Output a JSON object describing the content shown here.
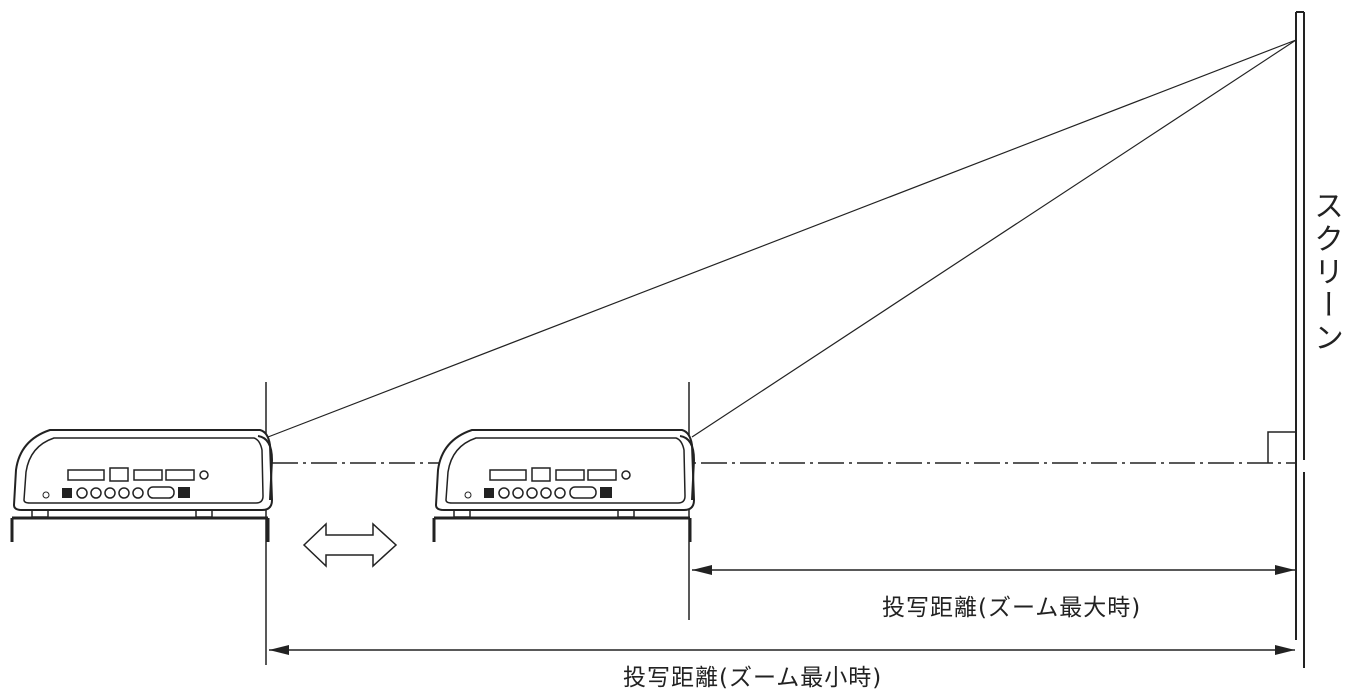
{
  "labels": {
    "screen": "スクリーン",
    "distance_zoom_max": "投写距離(ズーム最大時)",
    "distance_zoom_min": "投写距離(ズーム最小時)"
  },
  "colors": {
    "line": "#222222",
    "projector_fill": "#ffffff"
  },
  "icons": {
    "projector": "projector-icon",
    "move_arrow": "double-headed-arrow-icon"
  }
}
